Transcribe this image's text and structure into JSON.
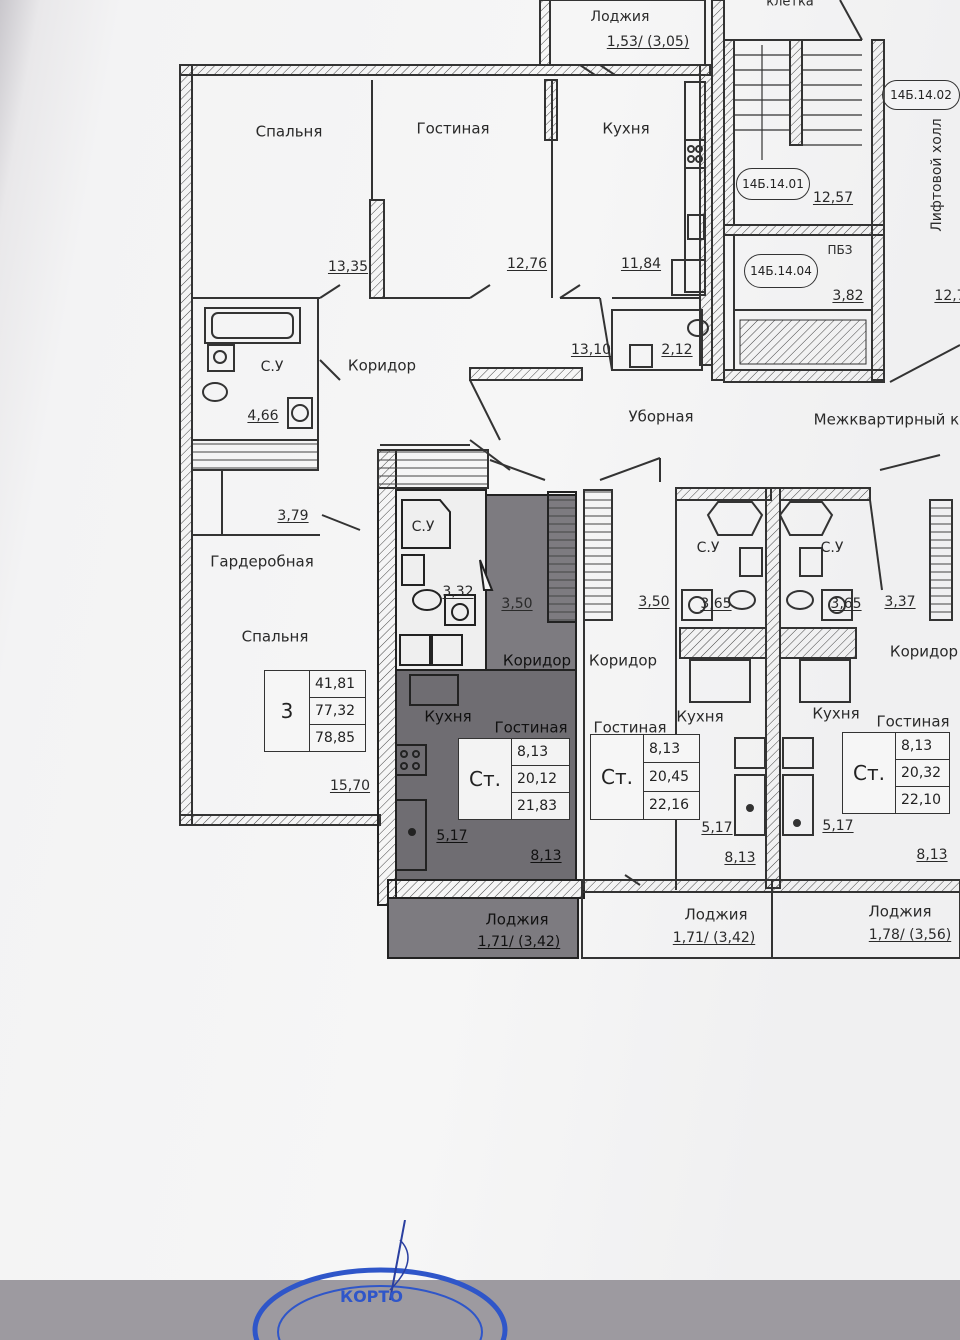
{
  "top": {
    "loggia_label": "Лоджия",
    "loggia_area": "1,53/ (3,05)",
    "stair_label_partial": "клетка",
    "lift_hall": "Лифтовой холл",
    "tag_1402": "14Б.14.02",
    "tag_1401": "14Б.14.01",
    "tag_1401_area": "12,57",
    "tag_1404": "14Б.14.04",
    "pbz_label": "ПБЗ",
    "pbz_area": "3,82",
    "right_edge_area": "12,7"
  },
  "apt3": {
    "bedroom1_label": "Спальня",
    "bedroom1_area": "13,35",
    "living_label": "Гостиная",
    "living_area": "12,76",
    "kitchen_label": "Кухня",
    "kitchen_area": "11,84",
    "corridor_label": "Коридор",
    "corridor_area": "13,10",
    "wc_area": "2,12",
    "bath_label": "С.У",
    "bath_area": "4,66",
    "wardrobe_area": "3,79",
    "wardrobe_label": "Гардеробная",
    "bedroom2_label": "Спальня",
    "bedroom2_area": "15,70",
    "summary_rooms": "3",
    "summary_values": [
      "41,81",
      "77,32",
      "78,85"
    ]
  },
  "common": {
    "wc_label": "Уборная",
    "interflat_corridor": "Межквартирный ко"
  },
  "studio_a": {
    "bath_label": "С.У",
    "bath_area": "3,32",
    "corridor_area": "3,50",
    "corridor_label": "Коридор",
    "kitchen_label": "Кухня",
    "living_label": "Гостиная",
    "summary_rooms": "Ст.",
    "summary_values": [
      "8,13",
      "20,12",
      "21,83"
    ],
    "kitchen_area": "5,17",
    "living_area": "8,13",
    "loggia_label": "Лоджия",
    "loggia_area": "1,71/ (3,42)"
  },
  "studio_b": {
    "corridor_area": "3,50",
    "corridor_label": "Коридор",
    "living_label": "Гостиная",
    "kitchen_label": "Кухня",
    "bath_label": "С.У",
    "bath_area": "3,65",
    "summary_rooms": "Ст.",
    "summary_values": [
      "8,13",
      "20,45",
      "22,16"
    ],
    "kitchen_area": "5,17",
    "living_area": "8,13",
    "loggia_label": "Лоджия",
    "loggia_area": "1,71/ (3,42)"
  },
  "studio_c": {
    "bath_label": "С.У",
    "bath_area": "3,65",
    "corridor_area": "3,37",
    "corridor_label": "Коридор",
    "kitchen_label": "Кухня",
    "living_label": "Гостиная",
    "summary_rooms": "Ст.",
    "summary_values": [
      "8,13",
      "20,32",
      "22,10"
    ],
    "kitchen_area": "5,17",
    "living_area": "8,13",
    "loggia_label": "Лоджия",
    "loggia_area": "1,78/ (3,56)"
  },
  "stamp_text": "КОРТО"
}
